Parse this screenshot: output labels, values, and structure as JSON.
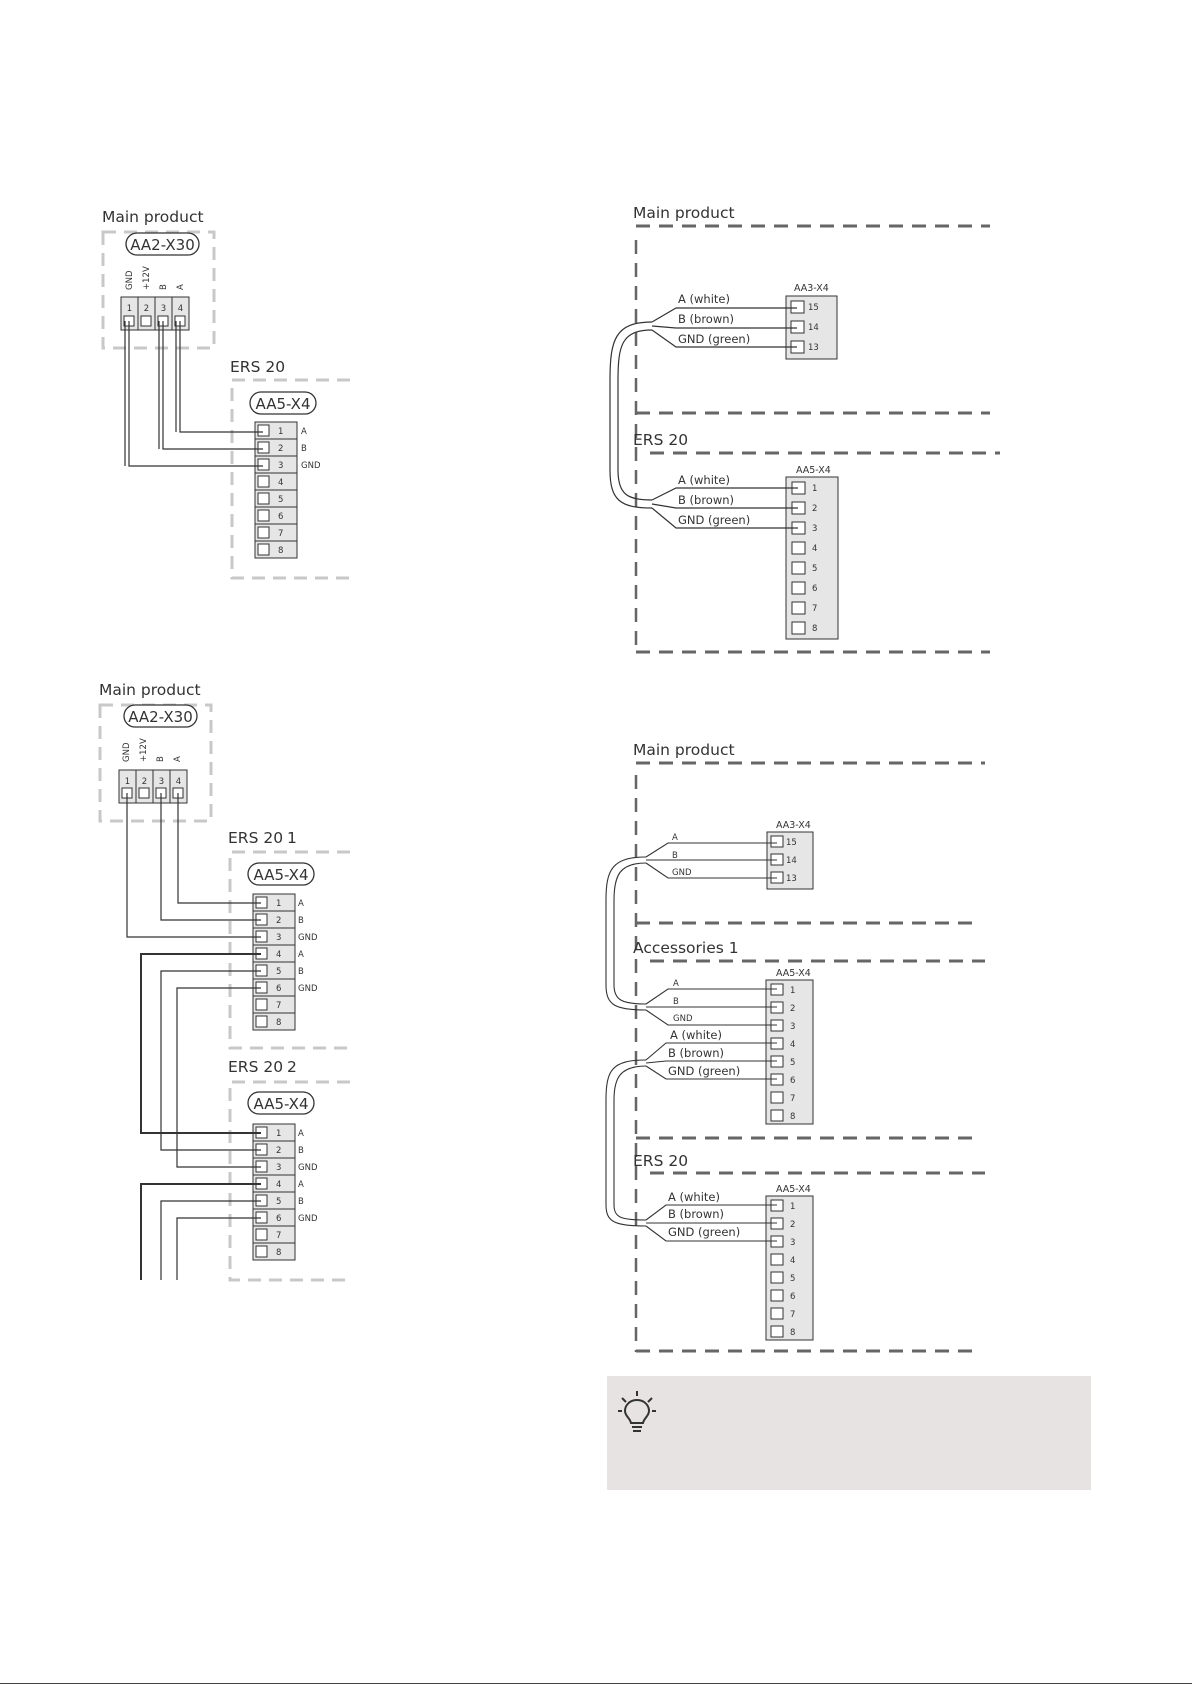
{
  "diagram_1": {
    "main_product": "Main product",
    "terminal": "AA2-X30",
    "pin_labels": [
      "GND",
      "+12V",
      "B",
      "A"
    ],
    "pin_numbers": [
      "1",
      "2",
      "3",
      "4"
    ],
    "ers": "ERS 20",
    "ers_terminal": "AA5-X4",
    "ers_pins": [
      "1",
      "2",
      "3",
      "4",
      "5",
      "6",
      "7",
      "8"
    ],
    "ers_signals": [
      "A",
      "B",
      "GND"
    ]
  },
  "diagram_2": {
    "main_product": "Main product",
    "terminal": "AA2-X30",
    "pin_labels": [
      "GND",
      "+12V",
      "B",
      "A"
    ],
    "pin_numbers": [
      "1",
      "2",
      "3",
      "4"
    ],
    "ers_1": "ERS 20",
    "ers_1_index": "1",
    "ers_2": "ERS 20",
    "ers_2_index": "2",
    "ers_terminal": "AA5-X4",
    "ers_pins": [
      "1",
      "2",
      "3",
      "4",
      "5",
      "6",
      "7",
      "8"
    ],
    "ers_signals": [
      "A",
      "B",
      "GND",
      "A",
      "B",
      "GND"
    ]
  },
  "diagram_3": {
    "main_product": "Main product",
    "main_terminal": "AA3-X4",
    "main_pins": [
      "15",
      "14",
      "13"
    ],
    "wires": [
      "A (white)",
      "B (brown)",
      "GND (green)"
    ],
    "ers": "ERS 20",
    "ers_terminal": "AA5-X4",
    "ers_pins": [
      "1",
      "2",
      "3",
      "4",
      "5",
      "6",
      "7",
      "8"
    ]
  },
  "diagram_4": {
    "main_product": "Main product",
    "main_terminal": "AA3-X4",
    "main_pins": [
      "15",
      "14",
      "13"
    ],
    "main_wires": [
      "A",
      "B",
      "GND"
    ],
    "accessories": "Accessories 1",
    "acc_terminal": "AA5-X4",
    "acc_pins": [
      "1",
      "2",
      "3",
      "4",
      "5",
      "6",
      "7",
      "8"
    ],
    "acc_wires_in": [
      "A",
      "B",
      "GND"
    ],
    "acc_wires_out": [
      "A (white)",
      "B (brown)",
      "GND (green)"
    ],
    "ers": "ERS 20",
    "ers_terminal": "AA5-X4",
    "ers_pins": [
      "1",
      "2",
      "3",
      "4",
      "5",
      "6",
      "7",
      "8"
    ],
    "ers_wires": [
      "A (white)",
      "B (brown)",
      "GND (green)"
    ]
  },
  "tip": {
    "icon": "lightbulb-icon"
  }
}
